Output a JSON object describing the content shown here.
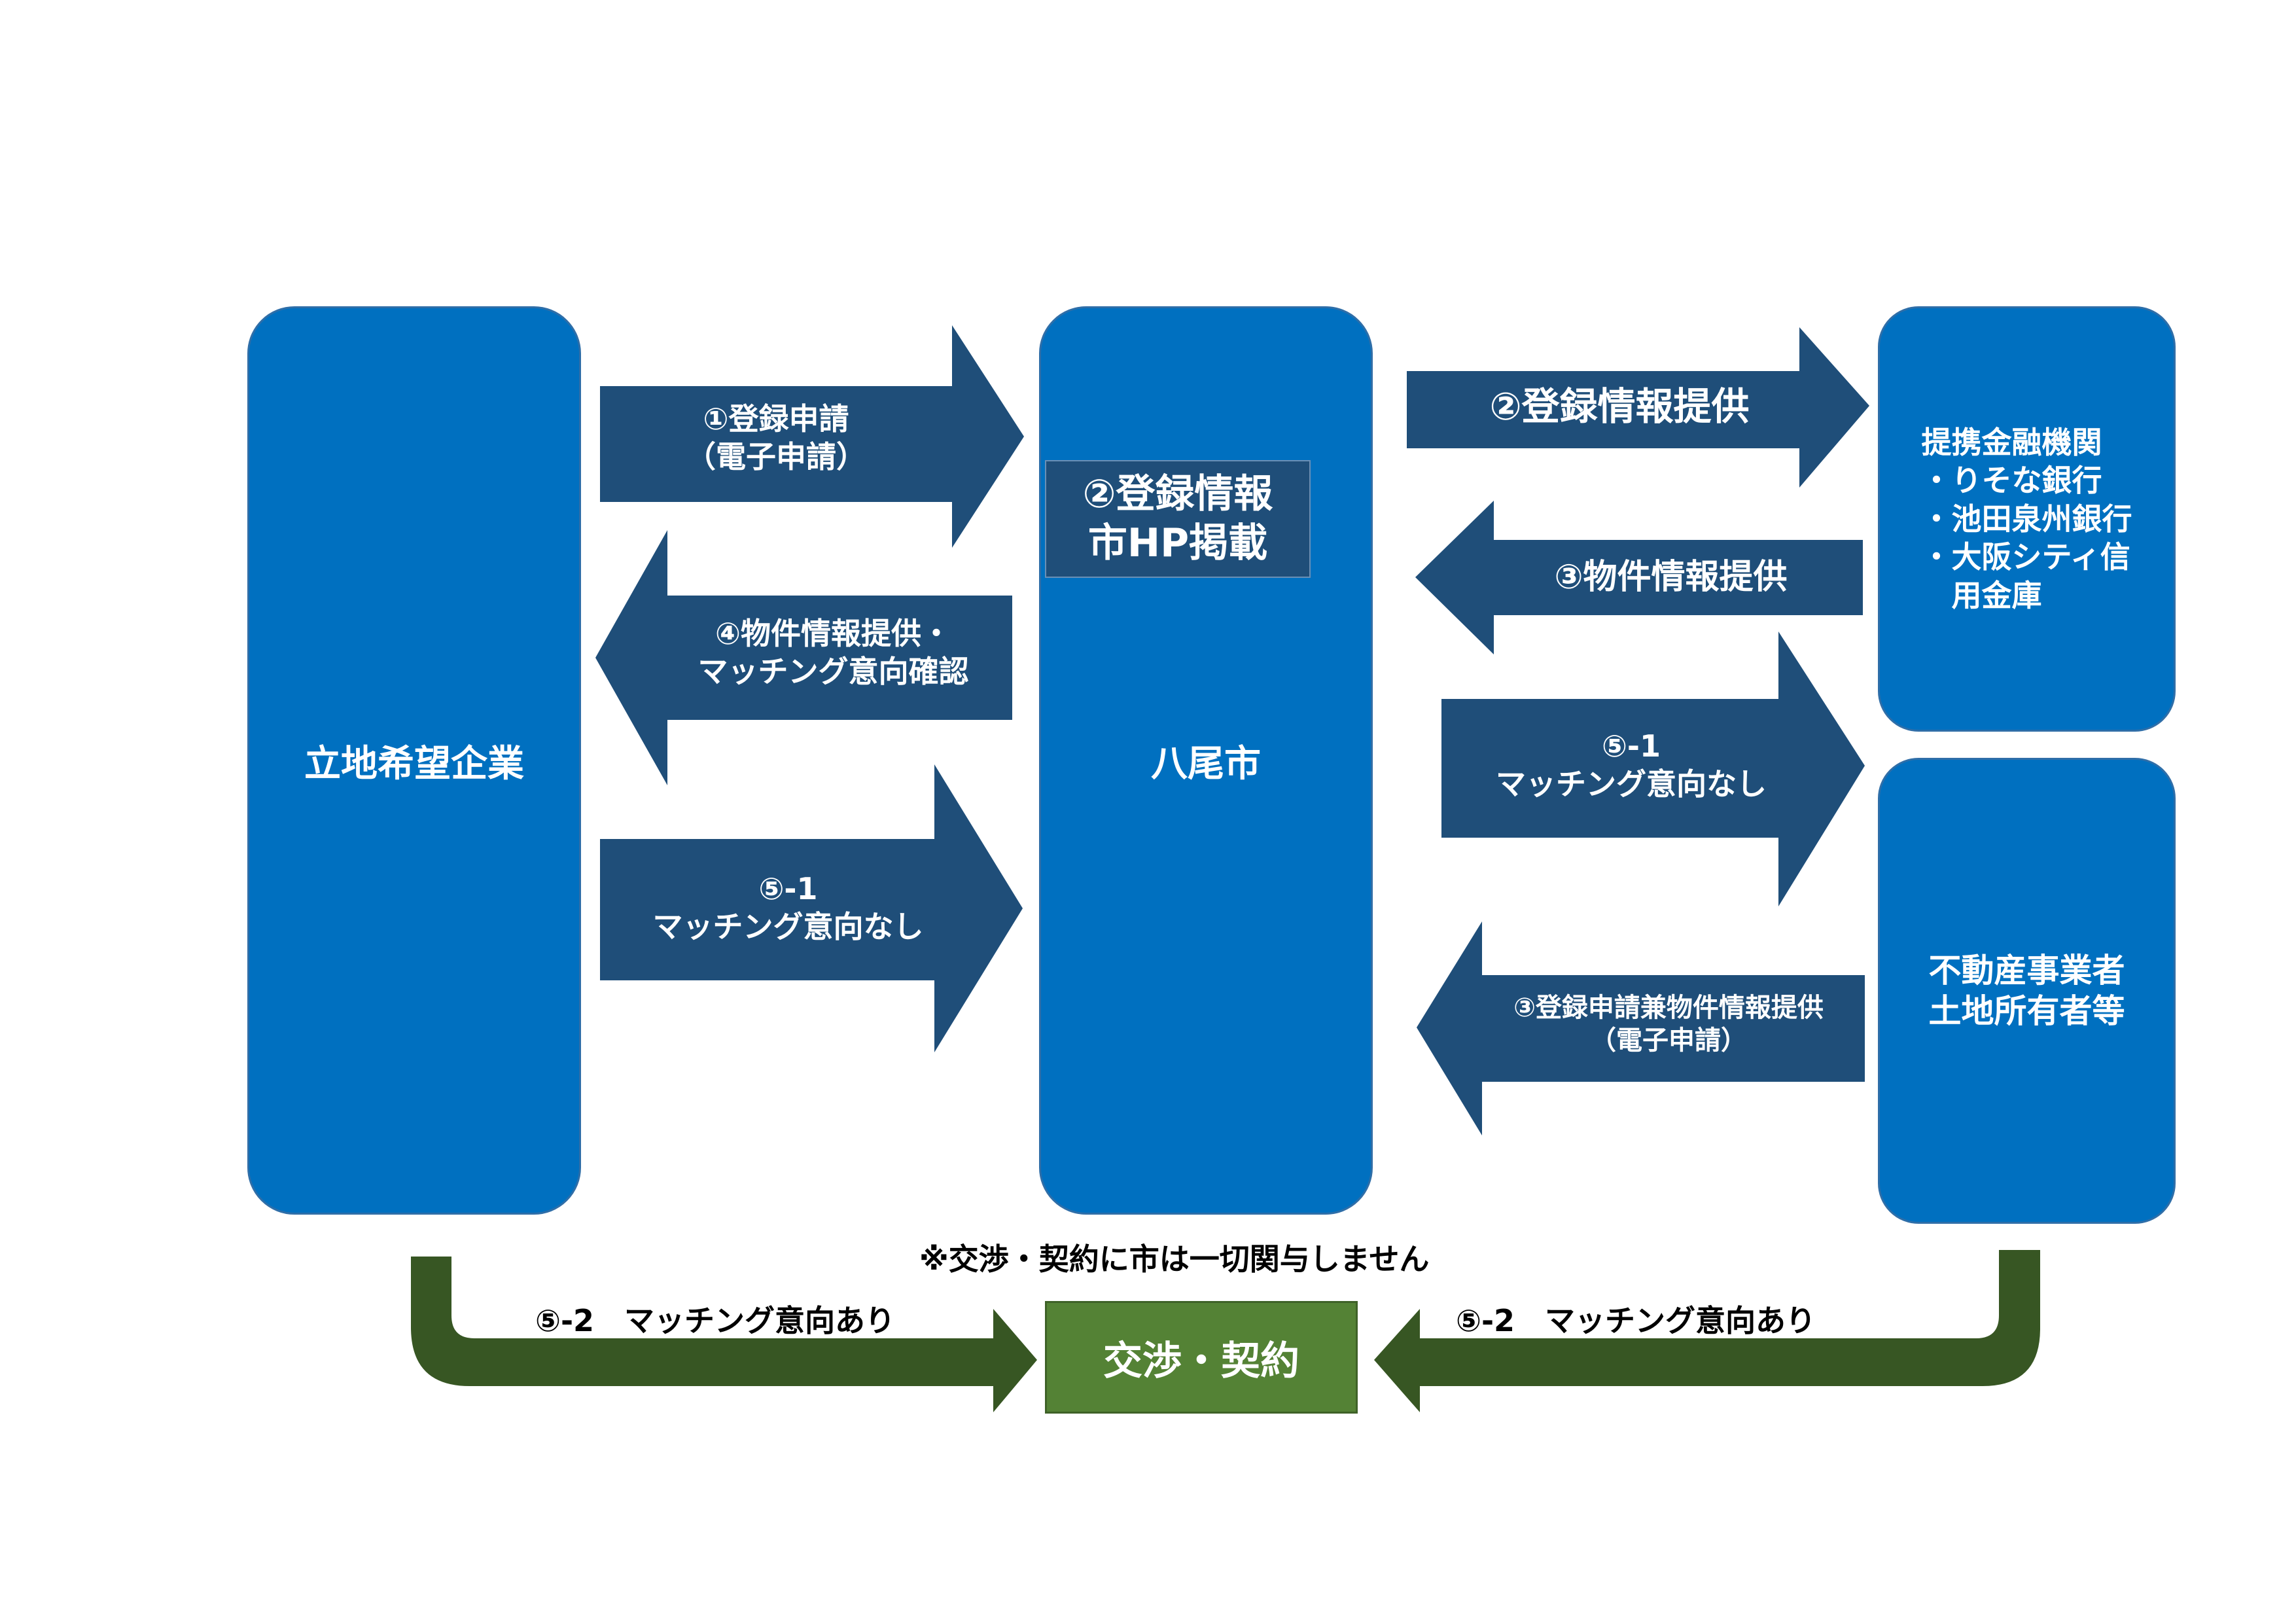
{
  "entities": {
    "company": "立地希望企業",
    "city": "八尾市",
    "banks": "提携金融機関\n・りそな銀行\n・池田泉州銀行\n・大阪シティ信\n　用金庫",
    "realestate": "不動産事業者\n土地所有者等"
  },
  "city_hp": "②登録情報\n市HP掲載",
  "arrows": {
    "a1": "①登録申請\n（電子申請）",
    "a4": "④物件情報提供・\nマッチング意向確認",
    "a51_left": "⑤-1\nマッチング意向なし",
    "a2": "②登録情報提供",
    "a3": "③物件情報提供",
    "a51_right": "⑤-1\nマッチング意向なし",
    "a3b": "③登録申請兼物件情報提供\n（電子申請）"
  },
  "bottom": {
    "note": "※交渉・契約に市は一切関与しません",
    "deal": "交渉・契約",
    "left_label": "⑤-2　マッチング意向あり",
    "right_label": "⑤-2　マッチング意向あり"
  },
  "colors": {
    "entity_blue": "#0070c0",
    "arrow_navy": "#1f4e79",
    "deal_green": "#548235",
    "flow_green": "#375623"
  }
}
